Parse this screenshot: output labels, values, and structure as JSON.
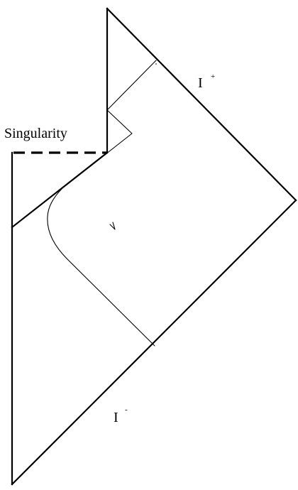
{
  "diagram": {
    "labels": {
      "singularity": "Singularity",
      "future_null_infinity": {
        "base": "I",
        "sup": "+"
      },
      "past_null_infinity": {
        "base": "I",
        "sup": "-"
      }
    },
    "colors": {
      "stroke": "#000000",
      "background": "#ffffff"
    }
  }
}
